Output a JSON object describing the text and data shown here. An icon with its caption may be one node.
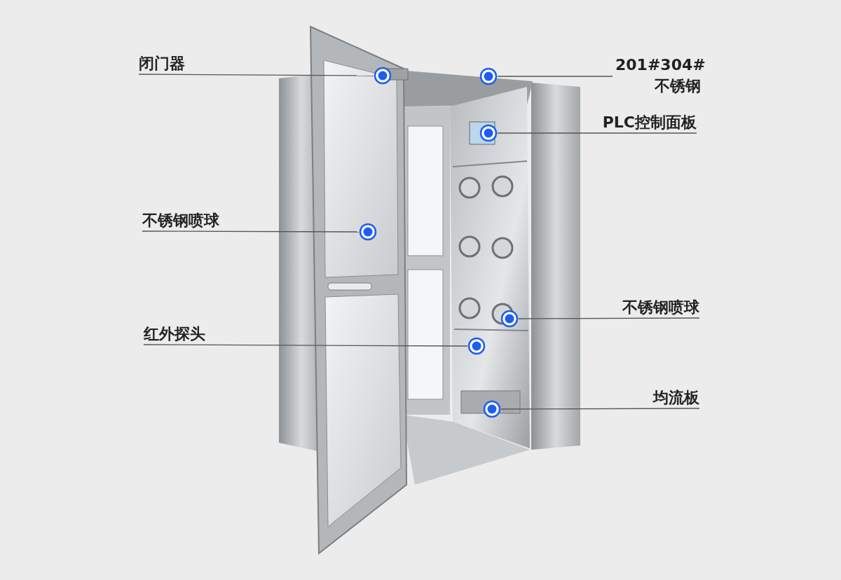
{
  "diagram": {
    "nodes": [
      {
        "text": [
          "闭门器"
        ]
      },
      {
        "text": [
          "201#304#不锈钢"
        ]
      },
      {
        "text": [
          "PLC控制面板"
        ]
      },
      {
        "text": [
          "不锈钢喷球"
        ]
      },
      {
        "text": [
          "不锈钢喷球"
        ]
      },
      {
        "text": [
          "红外探头"
        ]
      },
      {
        "text": [
          "均流板"
        ]
      },
      {
        "text": [],
        "shape": "circle"
      },
      {
        "text": [],
        "shape": "circle"
      },
      {
        "text": [],
        "shape": "circle"
      },
      {
        "text": [],
        "shape": "circle"
      },
      {
        "text": [],
        "shape": "circle"
      },
      {
        "text": [],
        "shape": "circle"
      },
      {
        "text": [],
        "shape": "circle"
      }
    ],
    "edges": [
      {
        "from": 0,
        "to": 8,
        "arrow": "none"
      },
      {
        "from": 1,
        "to": 10,
        "arrow": "none"
      },
      {
        "from": 2,
        "to": 11,
        "arrow": "none"
      },
      {
        "from": 3,
        "to": 7,
        "arrow": "none"
      },
      {
        "from": 4,
        "to": 13,
        "arrow": "none"
      },
      {
        "from": 5,
        "to": 9,
        "arrow": "none"
      },
      {
        "from": 6,
        "to": 12,
        "arrow": "none"
      }
    ]
  }
}
